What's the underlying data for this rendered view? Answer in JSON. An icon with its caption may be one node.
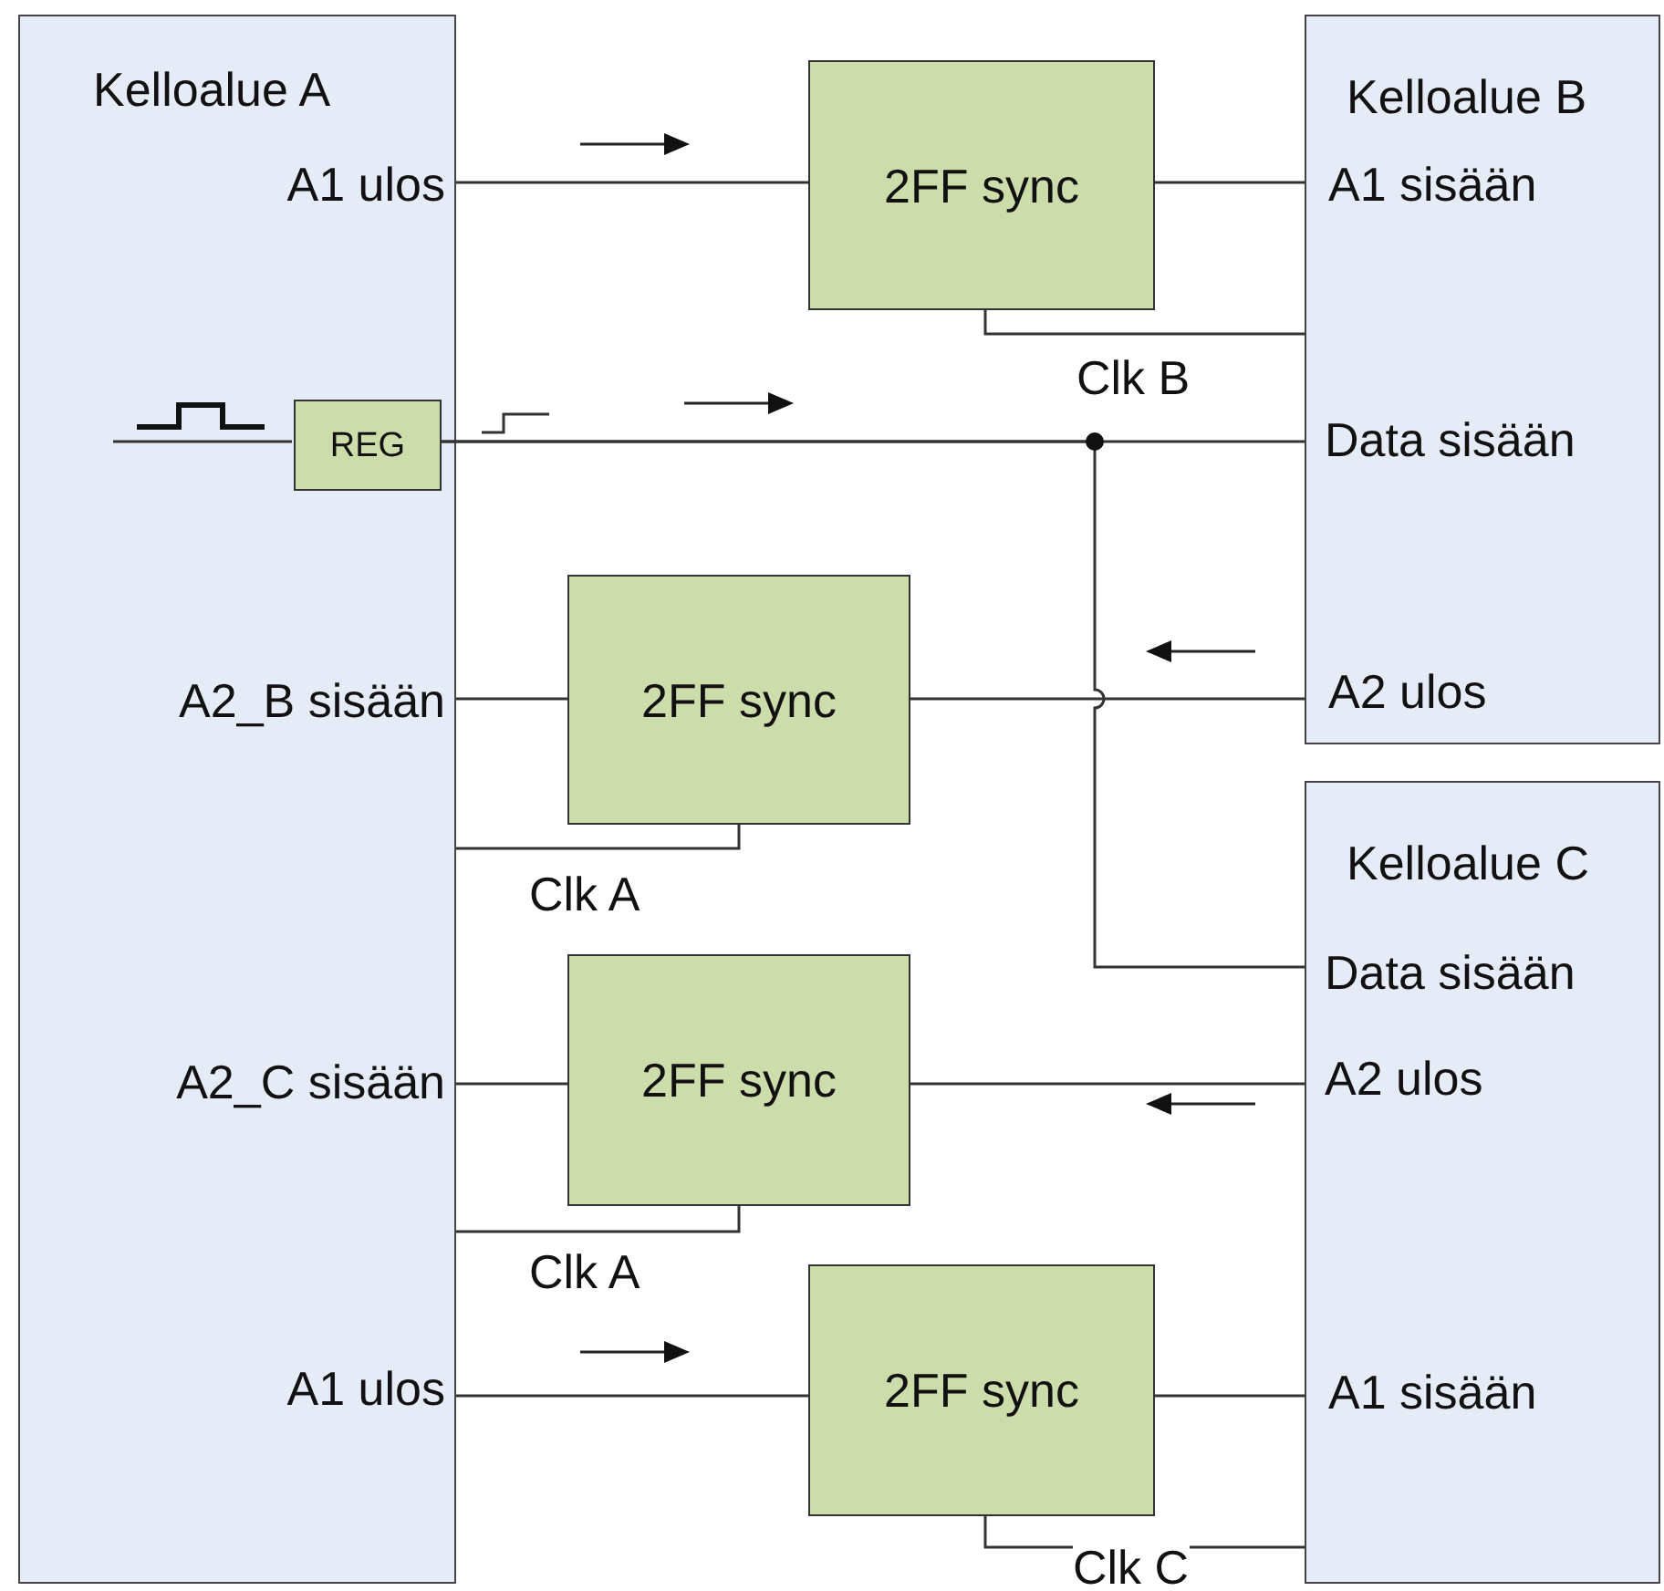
{
  "diagram": {
    "nodes": [
      {
        "text": [
          "Kelloalue A",
          "A1 ulos",
          "A2_B sisään",
          "A2_C sisään",
          "A1 ulos"
        ]
      },
      {
        "text": [
          "Kelloalue B",
          "A1 sisään",
          "Data sisään",
          "A2 ulos"
        ]
      },
      {
        "text": [
          "Kelloalue C",
          "Data sisään",
          "A2 ulos",
          "A1 sisään"
        ]
      },
      {
        "text": [
          "2FF sync"
        ]
      },
      {
        "text": [
          "REG"
        ],
        "in": 0
      },
      {
        "text": [
          "2FF sync"
        ]
      },
      {
        "text": [
          "2FF sync"
        ]
      },
      {
        "text": [
          "2FF sync"
        ]
      }
    ],
    "edges": [
      {
        "from": 0,
        "to": 3,
        "arrow": "none"
      },
      {
        "from": 3,
        "to": 1,
        "arrow": "none"
      },
      {
        "from": 1,
        "to": 3,
        "arrow": "none",
        "label": "Clk B"
      },
      {
        "from": null,
        "to": 4,
        "arrow": "none"
      },
      {
        "from": 4,
        "to": 1,
        "arrow": "none"
      },
      {
        "from": 4,
        "to": 2,
        "arrow": "none"
      },
      {
        "from": 1,
        "to": 5,
        "arrow": "none"
      },
      {
        "from": 5,
        "to": 0,
        "arrow": "none"
      },
      {
        "from": 0,
        "to": 5,
        "arrow": "none",
        "label": "Clk A"
      },
      {
        "from": 2,
        "to": 6,
        "arrow": "none"
      },
      {
        "from": 6,
        "to": 0,
        "arrow": "none"
      },
      {
        "from": 0,
        "to": 6,
        "arrow": "none",
        "label": "Clk A"
      },
      {
        "from": 0,
        "to": 7,
        "arrow": "none"
      },
      {
        "from": 7,
        "to": 2,
        "arrow": "none"
      },
      {
        "from": 2,
        "to": 7,
        "arrow": "none",
        "label": "Clk C"
      }
    ]
  }
}
